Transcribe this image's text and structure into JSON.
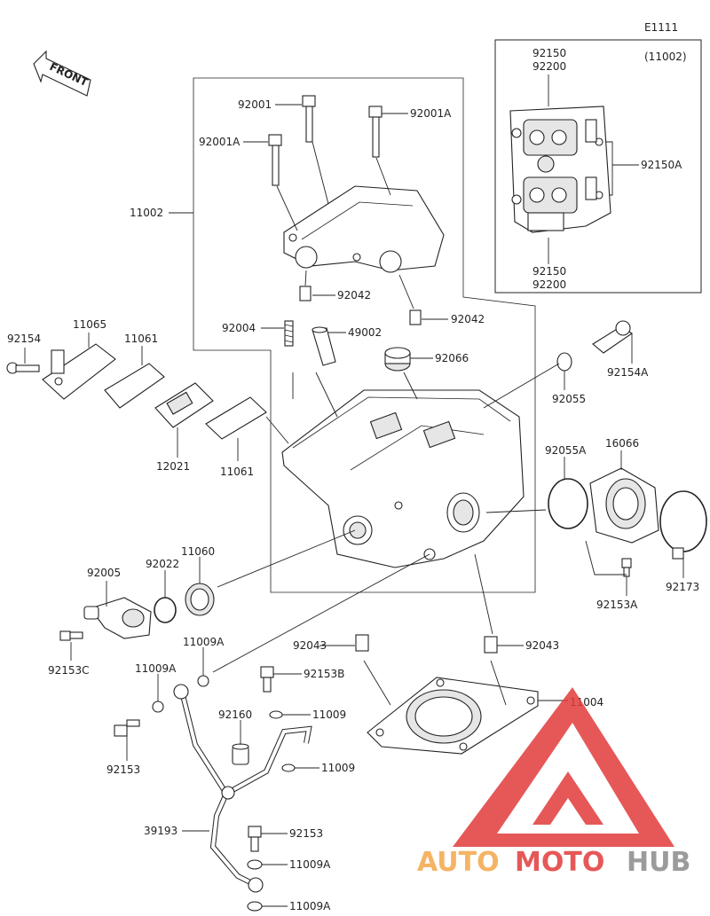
{
  "diagram_code": "E1111",
  "front_label": "FRONT",
  "inset_label": "(11002)",
  "watermark": {
    "part1": "AUTO",
    "part2": "MOTO",
    "part3": "HUB",
    "color_orange": "#f4a64a",
    "color_red": "#e23b3b",
    "color_gray": "#8a8a8a"
  },
  "labels": {
    "p92001": "92001",
    "p92001A_top": "92001A",
    "p92001A_left": "92001A",
    "p11002": "11002",
    "p92042_a": "92042",
    "p92042_b": "92042",
    "p92004": "92004",
    "p49002": "49002",
    "p92066": "92066",
    "p92154": "92154",
    "p11065": "11065",
    "p11061_a": "11061",
    "p11061_b": "11061",
    "p12021": "12021",
    "p92154A": "92154A",
    "p92055": "92055",
    "p92055A": "92055A",
    "p16066": "16066",
    "p92153A": "92153A",
    "p92173": "92173",
    "p92005": "92005",
    "p92022": "92022",
    "p11060": "11060",
    "p92153C": "92153C",
    "p11009A_a": "11009A",
    "p11009A_b": "11009A",
    "p92043_a": "92043",
    "p92043_b": "92043",
    "p92153B": "92153B",
    "p11009_a": "11009",
    "p11004": "11004",
    "p92160": "92160",
    "p92153_a": "92153",
    "p11009_b": "11009",
    "p39193": "39193",
    "p92153_b": "92153",
    "p11009A_c": "11009A",
    "p11009A_d": "11009A",
    "inset_92150_top": "92150",
    "inset_92200_top": "92200",
    "inset_92150A": "92150A",
    "inset_92150_bot": "92150",
    "inset_92200_bot": "92200"
  }
}
